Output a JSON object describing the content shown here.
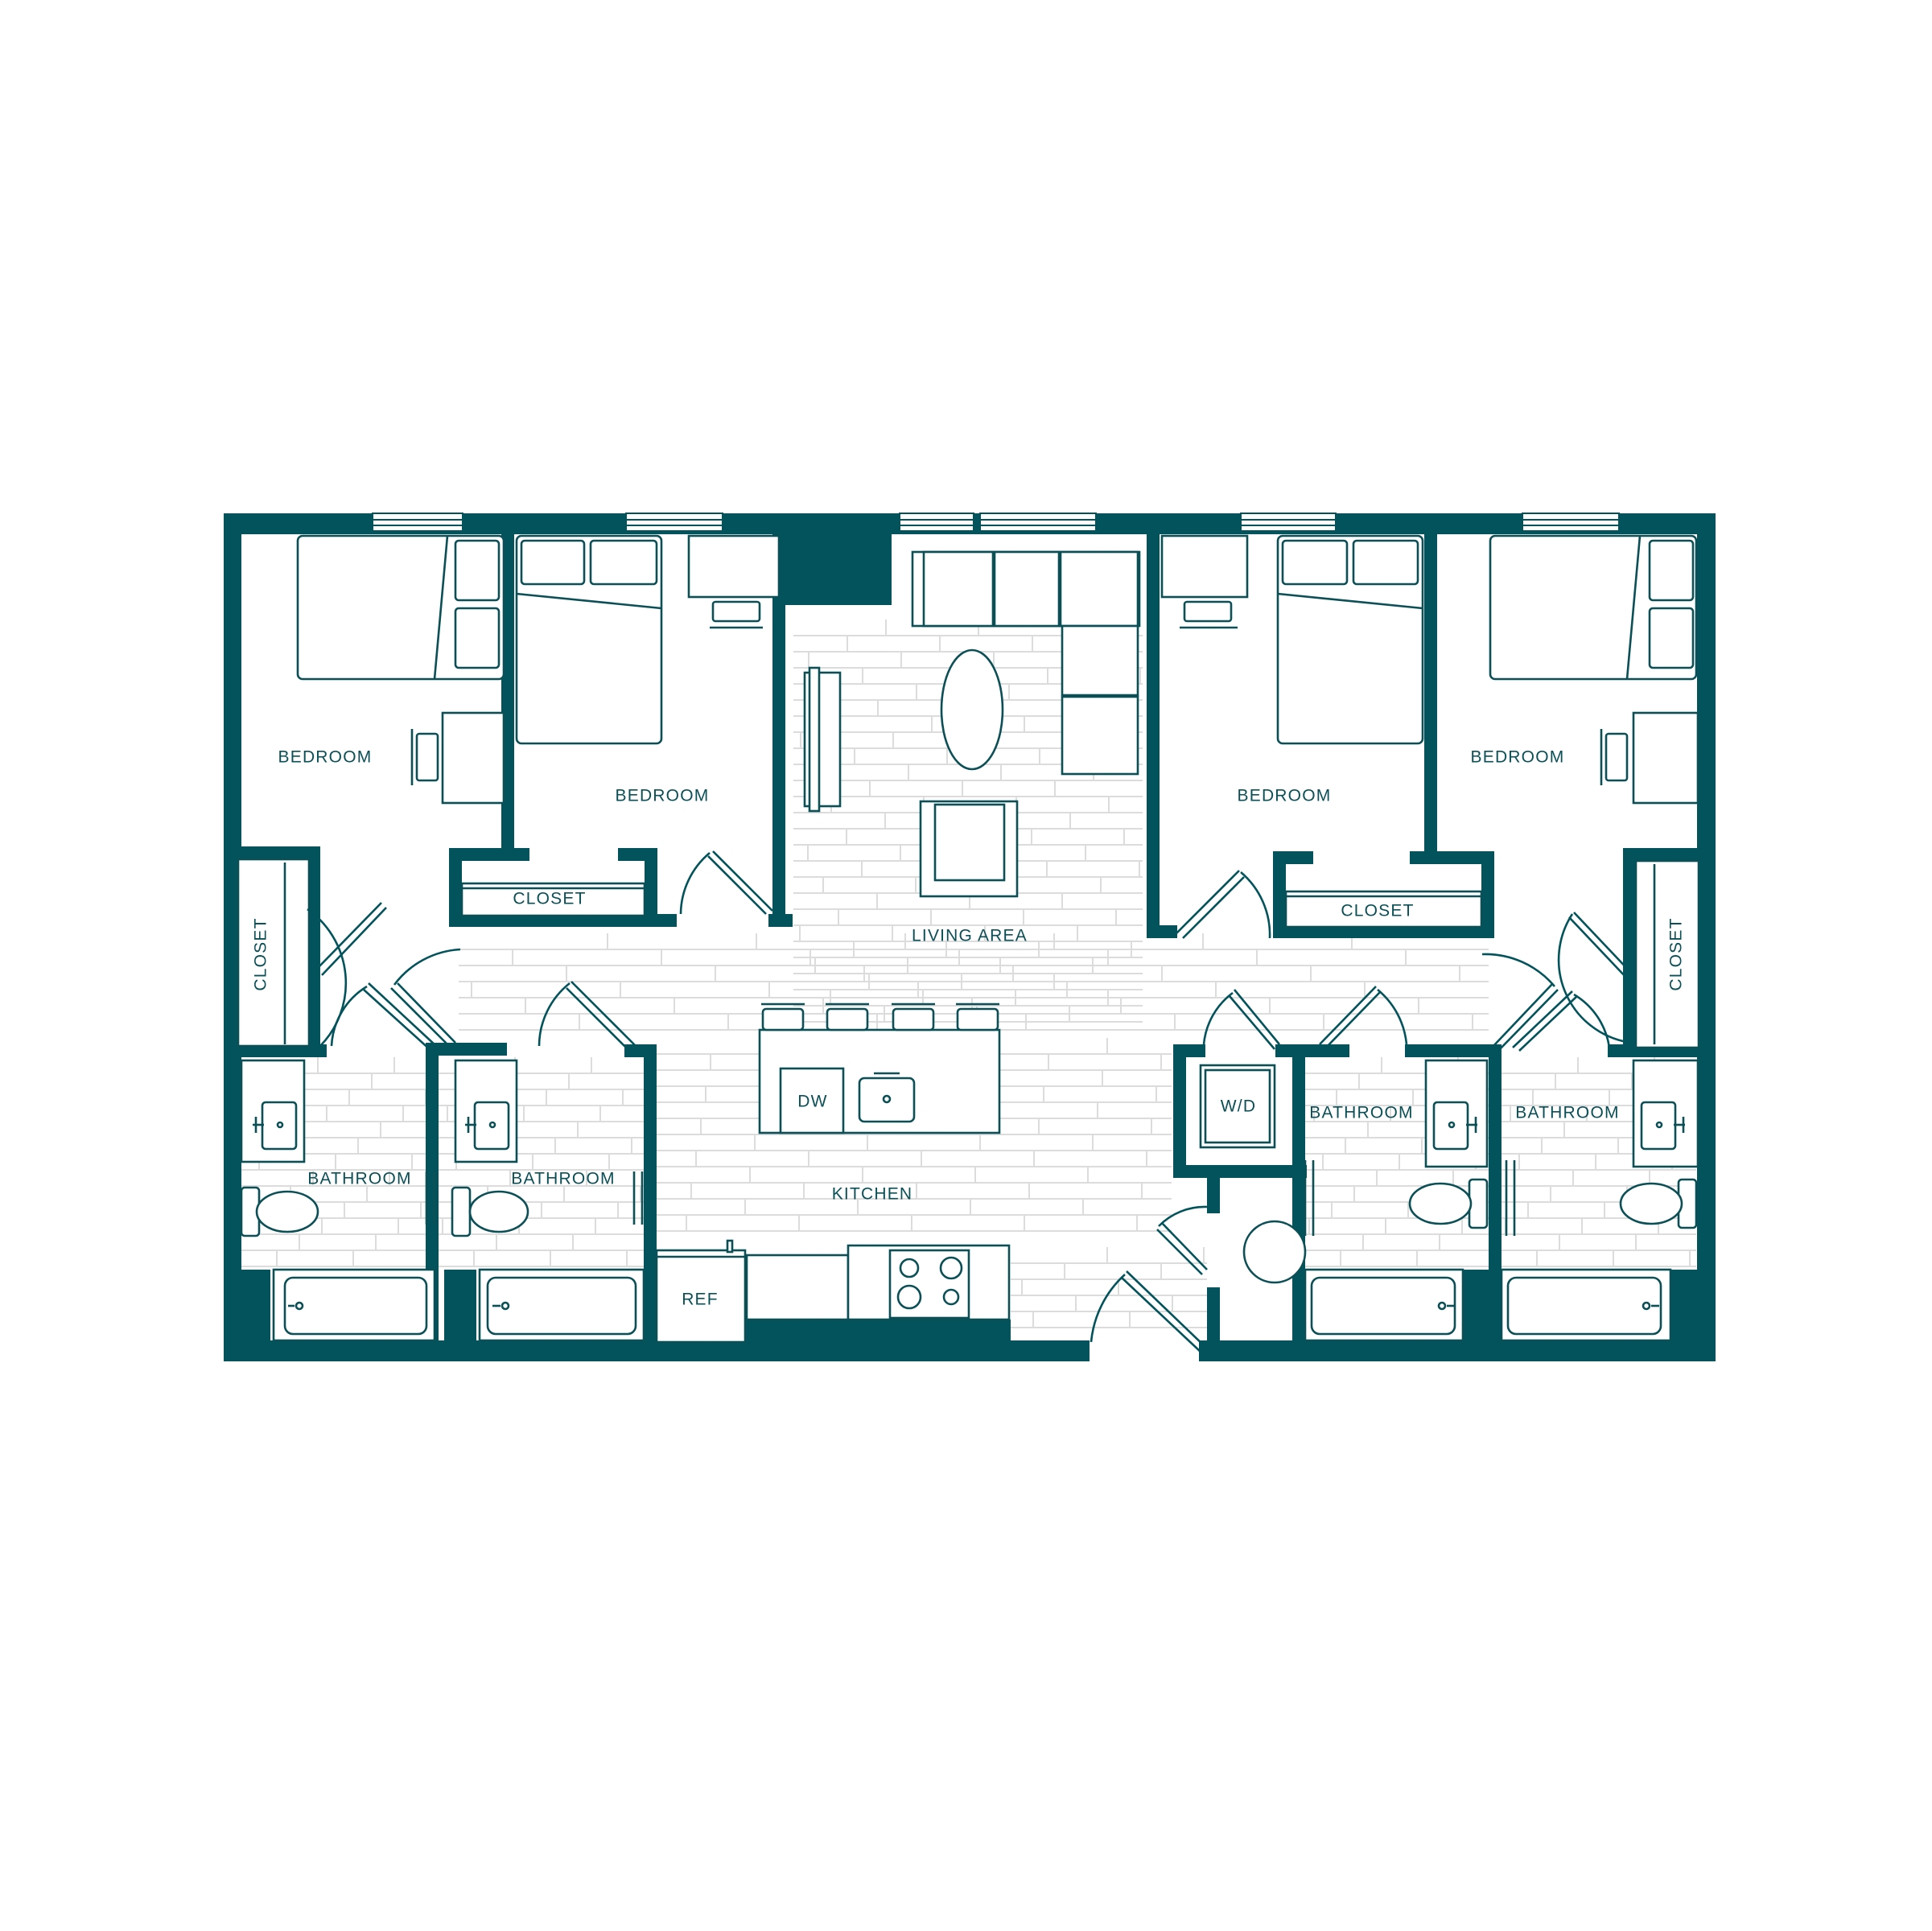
{
  "plan": {
    "wall_color": "#02535b",
    "floor_line_color": "#dcdcdc",
    "labels": {
      "bedroom_1": "BEDROOM",
      "bedroom_2": "BEDROOM",
      "bedroom_3": "BEDROOM",
      "bedroom_4": "BEDROOM",
      "closet_1": "CLOSET",
      "closet_2": "CLOSET",
      "closet_3": "CLOSET",
      "closet_4": "CLOSET",
      "living_area": "LIVING AREA",
      "kitchen": "KITCHEN",
      "bathroom_1": "BATHROOM",
      "bathroom_2": "BATHROOM",
      "bathroom_3": "BATHROOM",
      "bathroom_4": "BATHROOM",
      "dw": "DW",
      "ref": "REF",
      "wd": "W/D"
    }
  }
}
